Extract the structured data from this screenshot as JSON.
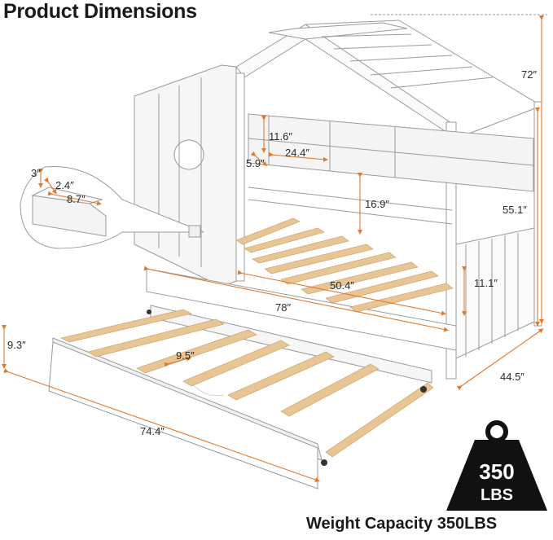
{
  "title": "Product Dimensions",
  "colors": {
    "accent": "#e07a2e",
    "wood": "#e8c594",
    "wood_edge": "#c99a60",
    "frame": "#ffffff",
    "frame_edge": "#9a9a9a",
    "weight_fill": "#111111"
  },
  "dimensions": {
    "overall_height": "72″",
    "side_height": "55.1″",
    "width": "44.5″",
    "length": "78″",
    "inner_length": "50.4″",
    "shelf_height": "11.6″",
    "shelf_width": "24.4″",
    "shelf_depth": "5.9″",
    "under_shelf": "16.9″",
    "rail_height": "11.1″",
    "trundle_height": "9.3″",
    "slat_gap": "9.5″",
    "trundle_length": "74.4″",
    "hook_a": "3″",
    "hook_b": "2.4″",
    "hook_c": "8.7″"
  },
  "weight_badge": {
    "number": "350",
    "unit": "LBS"
  },
  "weight_caption": "Weight Capacity 350LBS"
}
